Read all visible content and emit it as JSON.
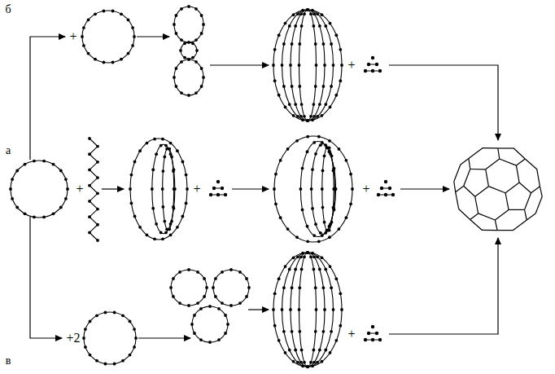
{
  "diagram": {
    "labels": [
      "б",
      "+",
      "+",
      "а",
      "+",
      "+",
      "+",
      "в",
      "+2",
      "+"
    ]
  }
}
